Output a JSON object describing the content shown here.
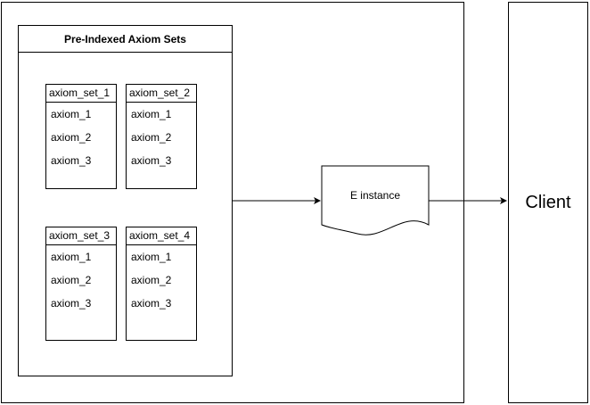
{
  "outer_container": {},
  "group": {
    "title": "Pre-Indexed Axiom Sets",
    "tables": [
      {
        "header": "axiom_set_1",
        "rows": [
          "axiom_1",
          "axiom_2",
          "axiom_3"
        ]
      },
      {
        "header": "axiom_set_2",
        "rows": [
          "axiom_1",
          "axiom_2",
          "axiom_3"
        ]
      },
      {
        "header": "axiom_set_3",
        "rows": [
          "axiom_1",
          "axiom_2",
          "axiom_3"
        ]
      },
      {
        "header": "axiom_set_4",
        "rows": [
          "axiom_1",
          "axiom_2",
          "axiom_3"
        ]
      }
    ]
  },
  "document": {
    "label": "E instance"
  },
  "client": {
    "label": "Client"
  }
}
